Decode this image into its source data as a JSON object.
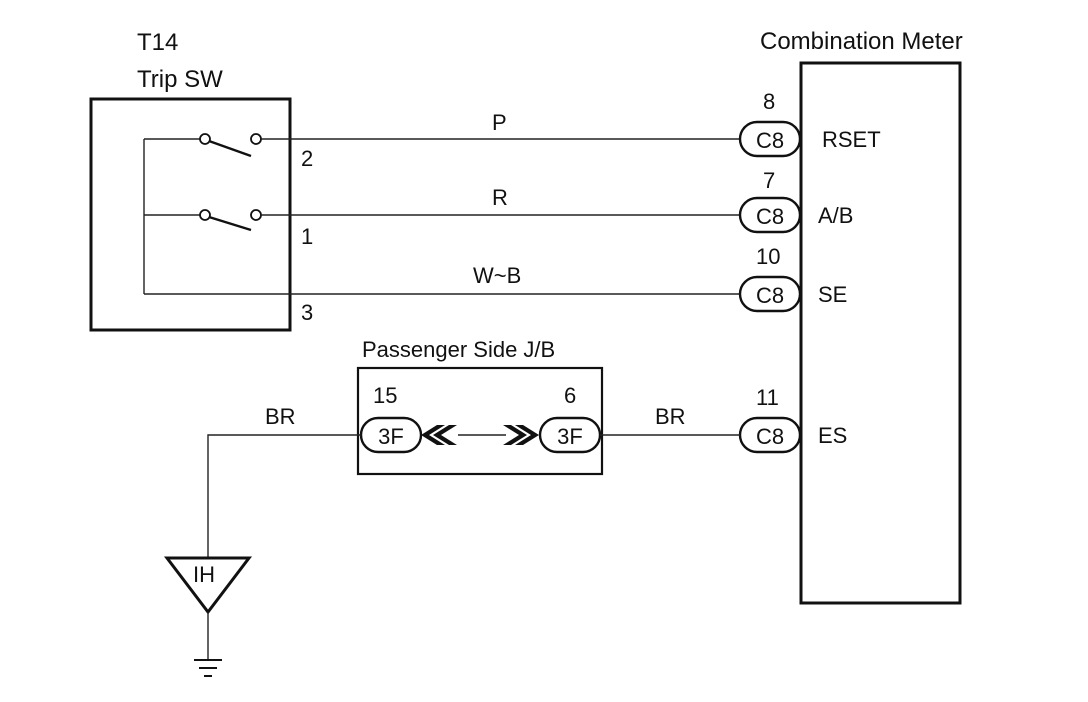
{
  "switch": {
    "id": "T14",
    "name": "Trip SW",
    "pins": {
      "p2": "2",
      "p1": "1",
      "p3": "3"
    }
  },
  "meter": {
    "name": "Combination Meter",
    "pins": [
      {
        "num": "8",
        "conn": "C8",
        "label": "RSET",
        "wire": "P"
      },
      {
        "num": "7",
        "conn": "C8",
        "label": "A/B",
        "wire": "R"
      },
      {
        "num": "10",
        "conn": "C8",
        "label": "SE",
        "wire": "W~B"
      },
      {
        "num": "11",
        "conn": "C8",
        "label": "ES",
        "wire": "BR"
      }
    ]
  },
  "junction": {
    "name": "Passenger Side J/B",
    "left": {
      "num": "15",
      "conn": "3F"
    },
    "right": {
      "num": "6",
      "conn": "3F"
    },
    "wire_left": "BR"
  },
  "ground": {
    "label": "IH"
  }
}
